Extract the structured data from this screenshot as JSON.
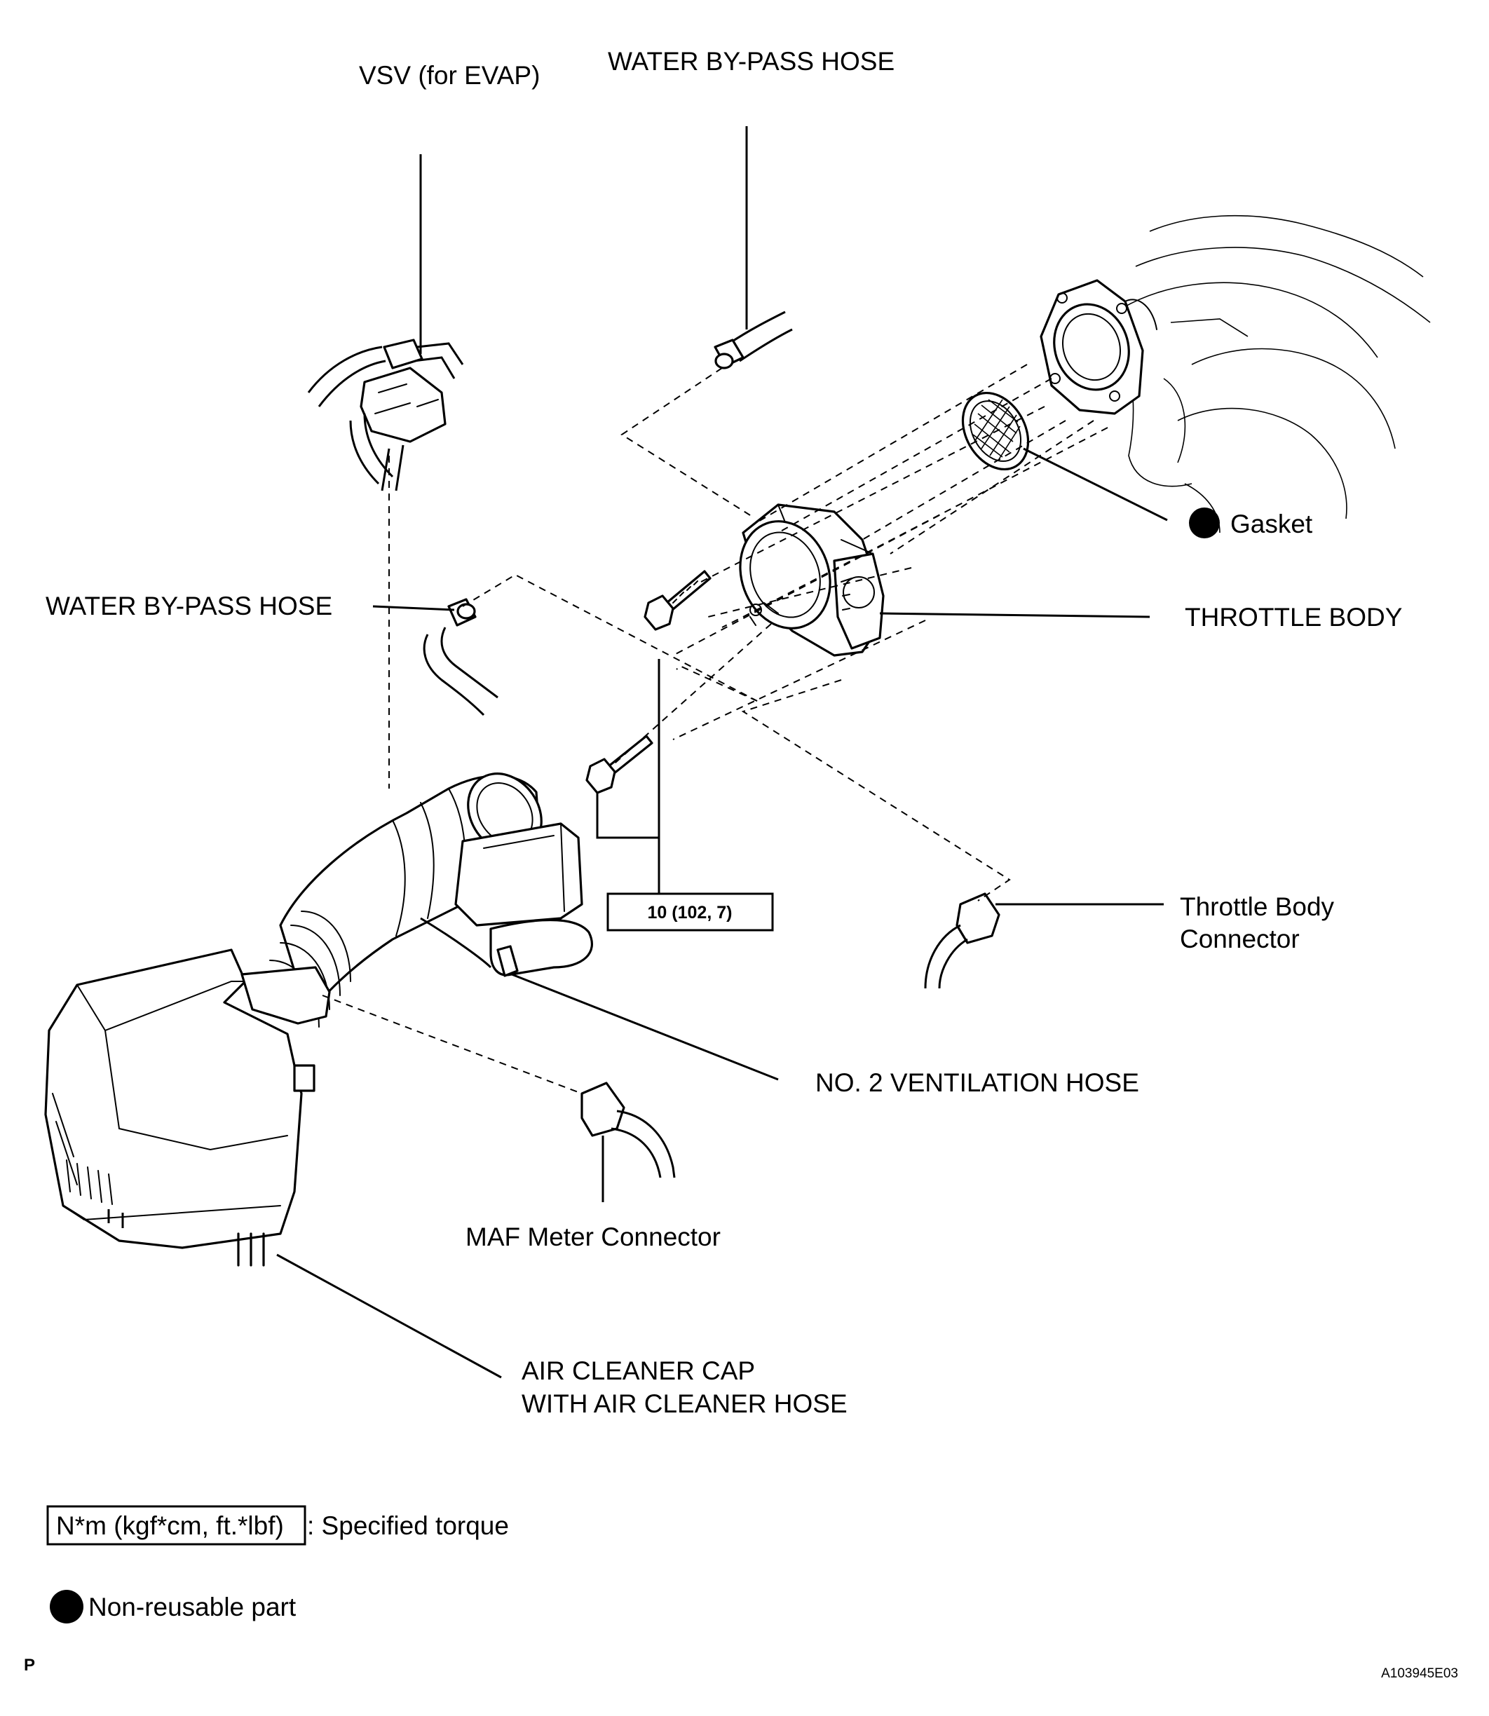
{
  "labels": {
    "vsv": "VSV (for EVAP)",
    "water_bypass_hose_top": "WATER BY-PASS HOSE",
    "gasket": "Gasket",
    "water_bypass_hose_left": "WATER BY-PASS HOSE",
    "throttle_body": "THROTTLE BODY",
    "torque_value": "10 (102, 7)",
    "throttle_body_connector_line1": "Throttle Body",
    "throttle_body_connector_line2": "Connector",
    "no2_ventilation_hose": "NO. 2 VENTILATION HOSE",
    "maf_meter_connector": "MAF Meter Connector",
    "air_cleaner_cap_line1": "AIR CLEANER CAP",
    "air_cleaner_cap_line2": "WITH AIR CLEANER HOSE"
  },
  "legend": {
    "torque_box": "N*m (kgf*cm, ft.*lbf)",
    "torque_desc": ": Specified torque",
    "nonreusable": "Non-reusable part"
  },
  "footer": {
    "left_mark": "P",
    "figure_id": "A103945E03"
  }
}
